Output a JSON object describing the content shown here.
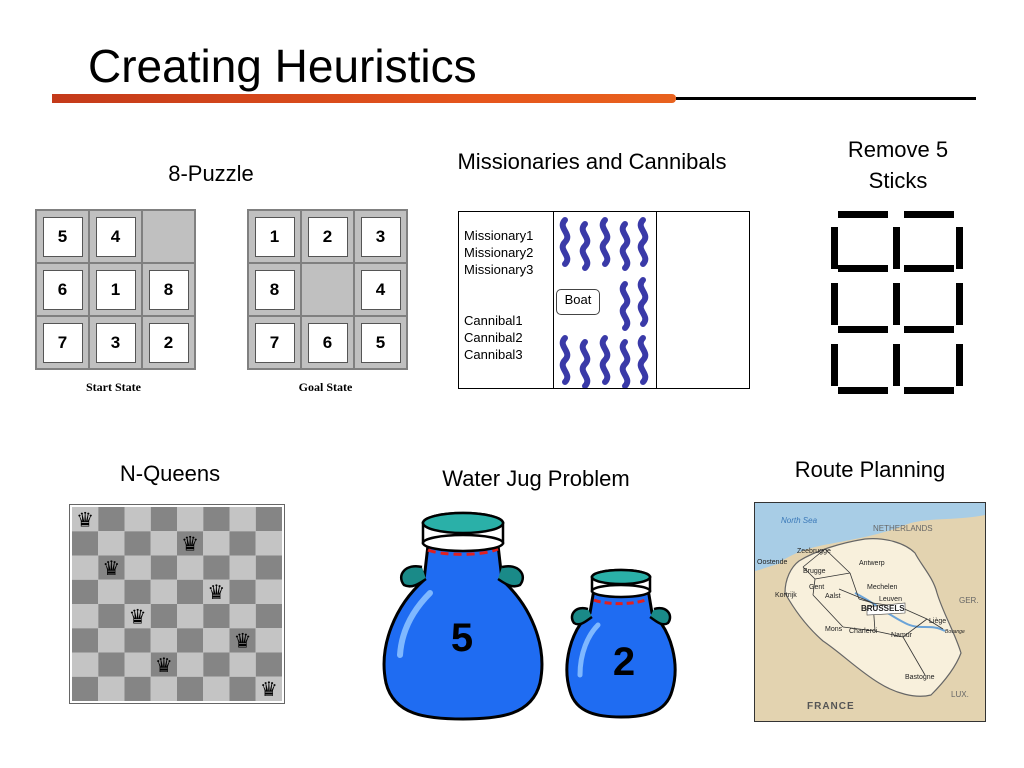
{
  "slide": {
    "title": "Creating Heuristics"
  },
  "puzzle8": {
    "caption": "8-Puzzle",
    "start": {
      "label": "Start State",
      "tiles": [
        "5",
        "4",
        "",
        "6",
        "1",
        "8",
        "7",
        "3",
        "2"
      ]
    },
    "goal": {
      "label": "Goal State",
      "tiles": [
        "1",
        "2",
        "3",
        "8",
        "",
        "4",
        "7",
        "6",
        "5"
      ]
    }
  },
  "missionaries": {
    "caption": "Missionaries and Cannibals",
    "missionaries": [
      "Missionary1",
      "Missionary2",
      "Missionary3"
    ],
    "cannibals": [
      "Cannibal1",
      "Cannibal2",
      "Cannibal3"
    ],
    "boat_label": "Boat",
    "wave_color": "#3a3aa8"
  },
  "sticks": {
    "caption_line1": "Remove 5",
    "caption_line2": "Sticks"
  },
  "nqueens": {
    "caption": "N-Queens",
    "queen_glyph": "♛",
    "queen_columns": [
      0,
      4,
      1,
      5,
      2,
      6,
      3,
      7
    ]
  },
  "waterjug": {
    "caption": "Water Jug Problem",
    "jug_large_label": "5",
    "jug_small_label": "2",
    "jug_color": "#1f6cf2"
  },
  "route": {
    "caption": "Route Planning",
    "labels": {
      "sea": "North Sea",
      "netherlands": "NETHERLANDS",
      "zeebrugge": "Zeebrugge",
      "oostende": "Oostende",
      "brugge": "Brugge",
      "antwerp": "Antwerp",
      "gent": "Gent",
      "aalst": "Aalst",
      "kortrijk": "Kortrijk",
      "mechelen": "Mechelen",
      "leuven": "Leuven",
      "brussels": "BRUSSELS",
      "ger": "GER.",
      "liege": "Liège",
      "bovange": "Bovange",
      "mons": "Mons",
      "charleroi": "Charleroi",
      "namur": "Namur",
      "bastogne": "Bastogne",
      "lux": "LUX.",
      "france": "FRANCE"
    }
  }
}
